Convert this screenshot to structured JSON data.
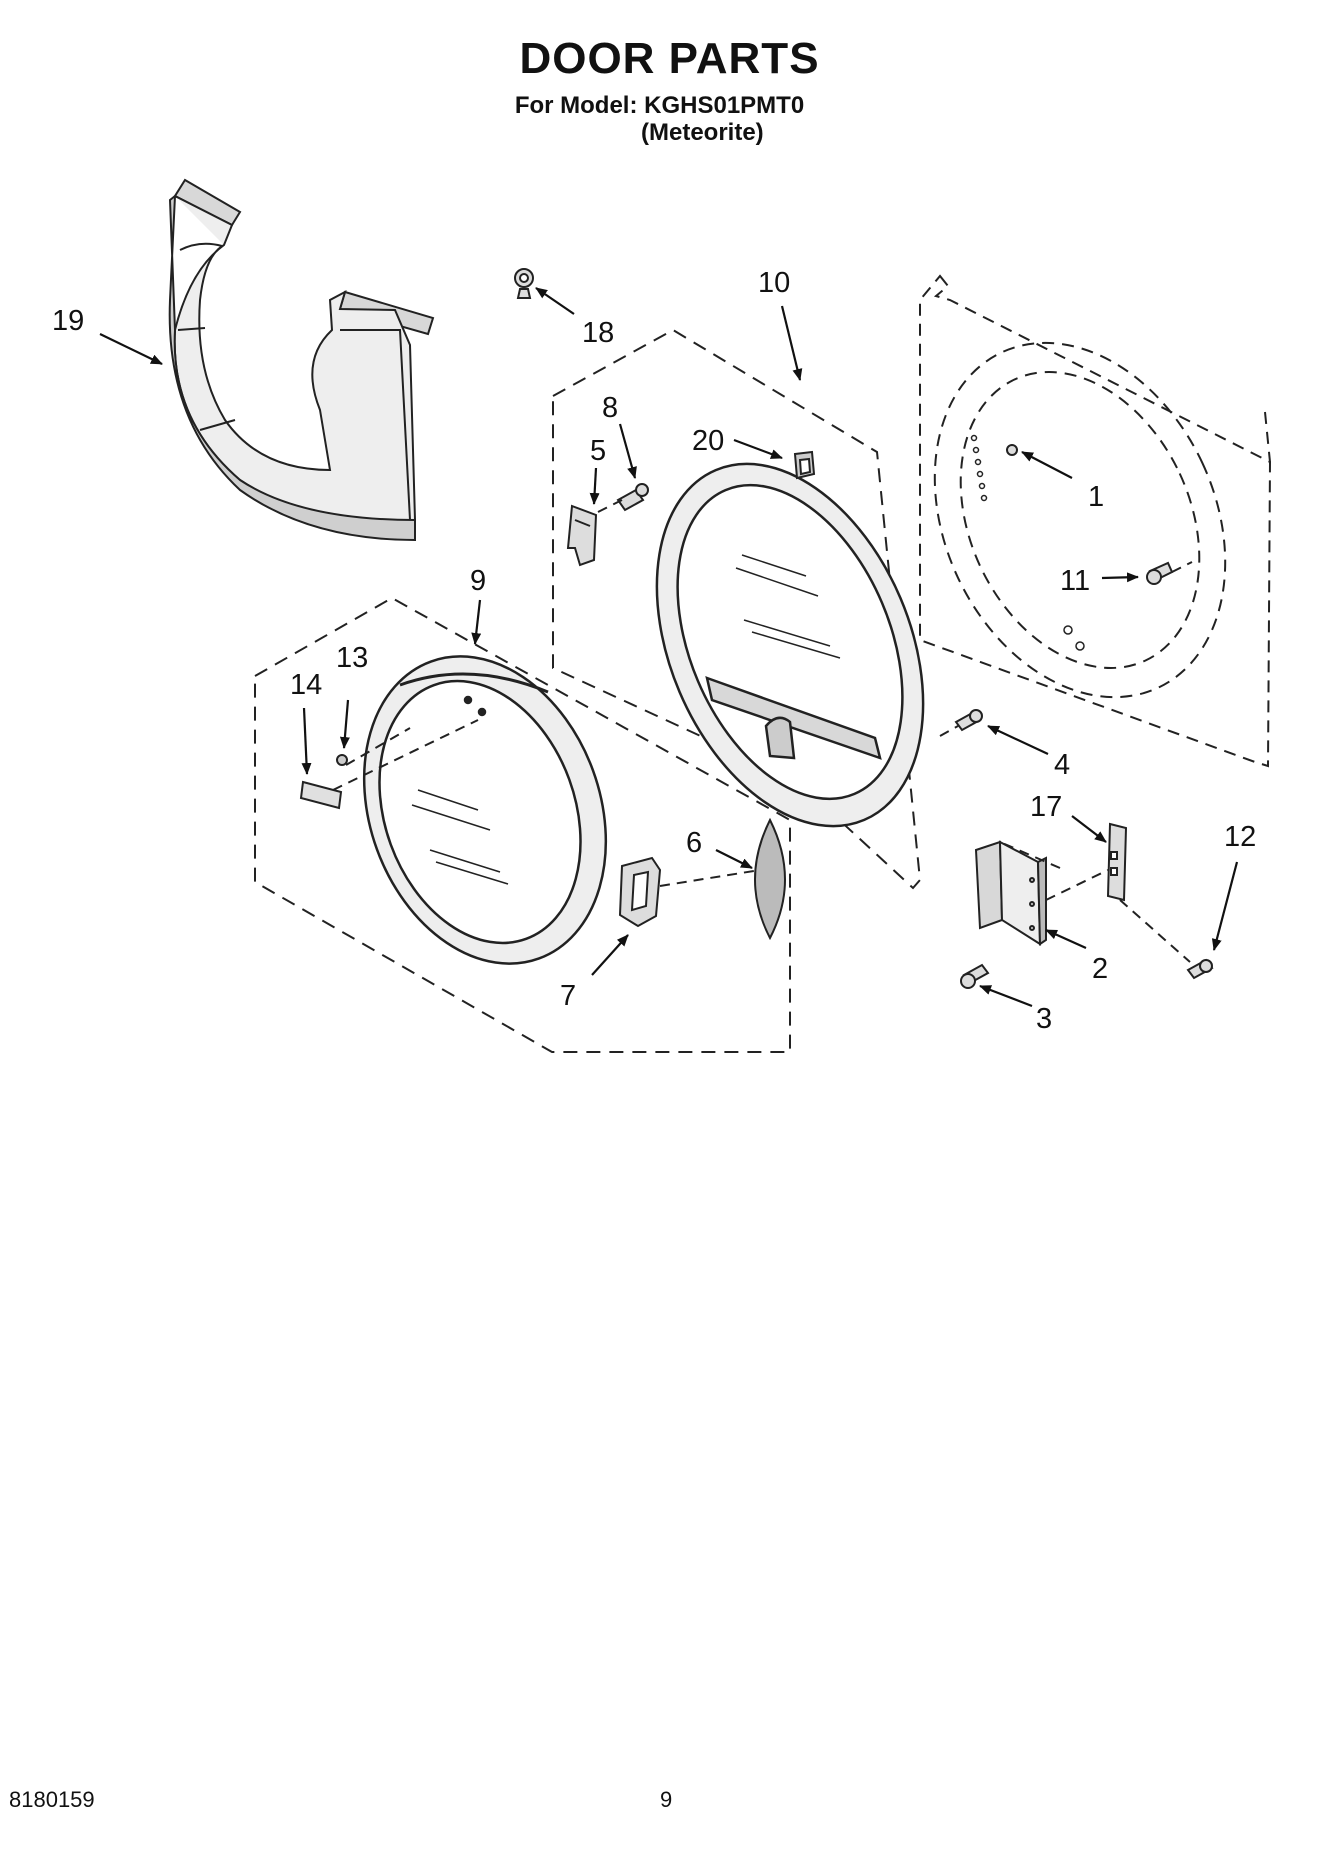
{
  "header": {
    "title": "DOOR PARTS",
    "model_line": "For Model: KGHS01PMT0",
    "variant": "(Meteorite)"
  },
  "callouts": [
    "1",
    "2",
    "3",
    "4",
    "5",
    "6",
    "7",
    "8",
    "9",
    "10",
    "11",
    "12",
    "13",
    "14",
    "17",
    "18",
    "19",
    "20"
  ],
  "footer": {
    "doc_number": "8180159",
    "page_number": "9"
  }
}
